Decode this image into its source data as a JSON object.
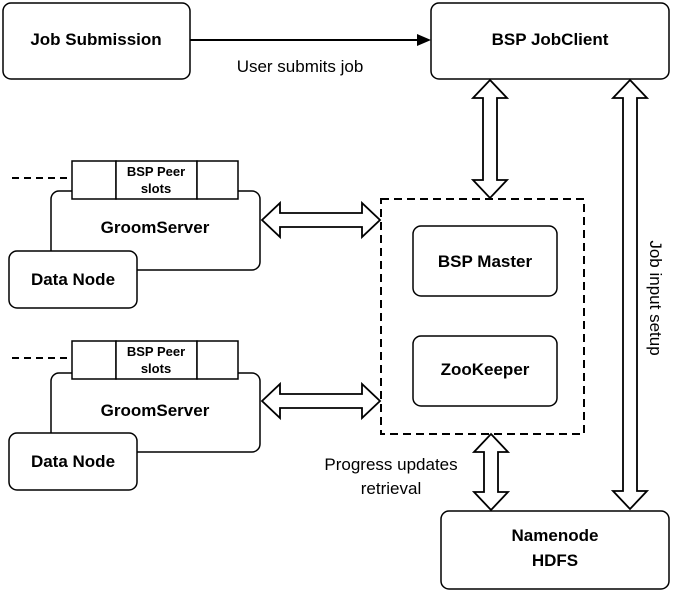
{
  "nodes": {
    "job_submission": "Job Submission",
    "jobclient": "BSP JobClient",
    "bsp_master": "BSP Master",
    "zookeeper": "ZooKeeper",
    "namenode_line1": "Namenode",
    "namenode_line2": "HDFS",
    "groom1": {
      "server": "GroomServer",
      "data_node": "Data Node",
      "slots_line1": "BSP Peer",
      "slots_line2": "slots"
    },
    "groom2": {
      "server": "GroomServer",
      "data_node": "Data Node",
      "slots_line1": "BSP Peer",
      "slots_line2": "slots"
    }
  },
  "edges": {
    "user_submits": "User submits job",
    "job_input_setup": "Job input setup",
    "progress_line1": "Progress updates",
    "progress_line2": "retrieval"
  }
}
